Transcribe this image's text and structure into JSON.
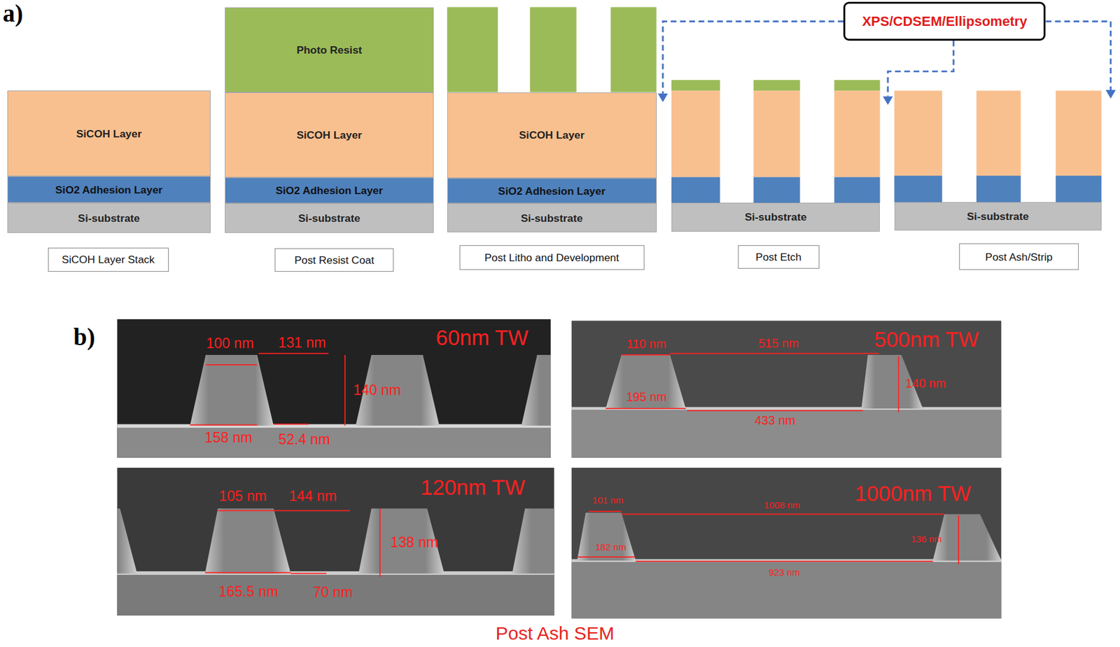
{
  "diagram": {
    "nodes": [
      {
        "text": [
          "SiCOH Layer"
        ]
      },
      {
        "text": [
          "SiO2 Adhesion Layer"
        ]
      },
      {
        "text": [
          "Si-substrate"
        ]
      },
      {
        "text": [
          "Photo Resist"
        ]
      },
      {
        "text": [
          "SiCOH Layer"
        ]
      },
      {
        "text": [
          "SiO2 Adhesion Layer"
        ]
      },
      {
        "text": [
          "Si-substrate"
        ]
      },
      {
        "text": [
          "SiCOH Layer"
        ]
      },
      {
        "text": [
          "SiO2 Adhesion Layer"
        ]
      },
      {
        "text": [
          "Si-substrate"
        ]
      },
      {
        "text": [
          "XPS/CDSEM/Ellipsometry"
        ]
      },
      {
        "text": [
          "Si-substrate"
        ]
      },
      {
        "text": [
          "Si-substrate"
        ]
      },
      {
        "text": [
          "SiCOH Layer Stack"
        ]
      },
      {
        "text": [
          "Post Resist Coat"
        ]
      },
      {
        "text": [
          "Post Litho and Development"
        ]
      },
      {
        "text": [
          "Post Etch"
        ]
      },
      {
        "text": [
          "Post Ash/Strip"
        ]
      }
    ],
    "labels": [
      "a)",
      "b)",
      "100 nm",
      "131 nm",
      "60nm TW",
      "140 nm",
      "158 nm",
      "52.4 nm",
      "110 nm",
      "515 nm",
      "500nm TW",
      "140 nm",
      "195 nm",
      "433 nm",
      "105 nm",
      "144 nm",
      "120nm TW",
      "138 nm",
      "165.5 nm",
      "70 nm",
      "101 nm",
      "1008 nm",
      "1000nm TW",
      "136 nm",
      "182 nm",
      "923 nm",
      "Post Ash SEM"
    ]
  }
}
